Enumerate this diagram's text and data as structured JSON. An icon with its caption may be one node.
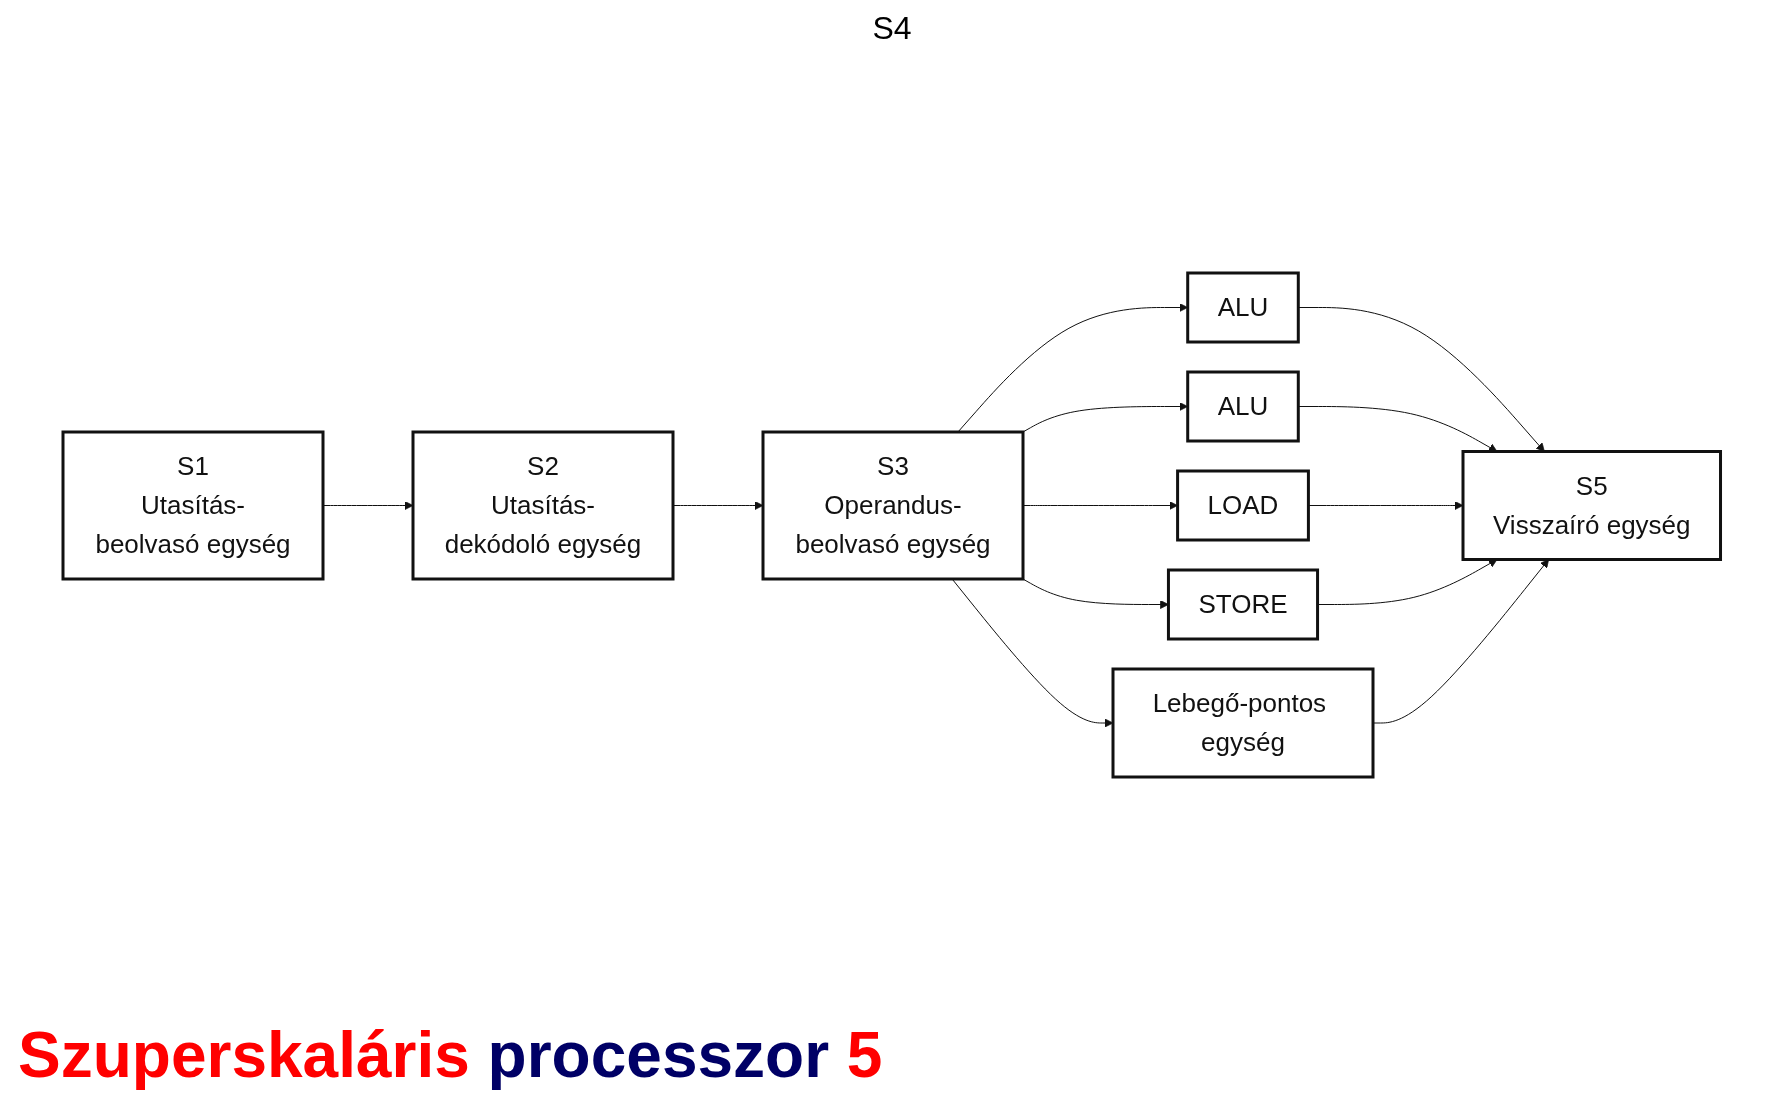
{
  "diagram": {
    "title": "Szuperskaláris processzor 5",
    "nodes": [
      {
        "text": [
          "S1",
          "Utasítás-beolvasó egység"
        ]
      },
      {
        "text": [
          "S2",
          "Utasítás-dekódoló egység"
        ]
      },
      {
        "text": [
          "S3",
          "Operandus-beolvasó egység"
        ]
      },
      {
        "text": [
          "ALU"
        ]
      },
      {
        "text": [
          "ALU"
        ]
      },
      {
        "text": [
          "LOAD"
        ]
      },
      {
        "text": [
          "STORE"
        ]
      },
      {
        "text": [
          "Lebegő-pontos egység"
        ]
      },
      {
        "text": [
          "S5",
          "Visszaíró egység"
        ]
      }
    ],
    "edges": [
      {
        "from": 0,
        "to": 1,
        "arrow": "to"
      },
      {
        "from": 1,
        "to": 2,
        "arrow": "to"
      },
      {
        "from": 2,
        "to": 3,
        "arrow": "to"
      },
      {
        "from": 2,
        "to": 4,
        "arrow": "to"
      },
      {
        "from": 2,
        "to": 5,
        "arrow": "to"
      },
      {
        "from": 2,
        "to": 6,
        "arrow": "to"
      },
      {
        "from": 2,
        "to": 7,
        "arrow": "to"
      },
      {
        "from": 3,
        "to": 8,
        "arrow": "to"
      },
      {
        "from": 4,
        "to": 8,
        "arrow": "to"
      },
      {
        "from": 5,
        "to": 8,
        "arrow": "to"
      },
      {
        "from": 6,
        "to": 8,
        "arrow": "to"
      },
      {
        "from": 7,
        "to": 8,
        "arrow": "to"
      }
    ],
    "labels": [
      "S4"
    ]
  }
}
